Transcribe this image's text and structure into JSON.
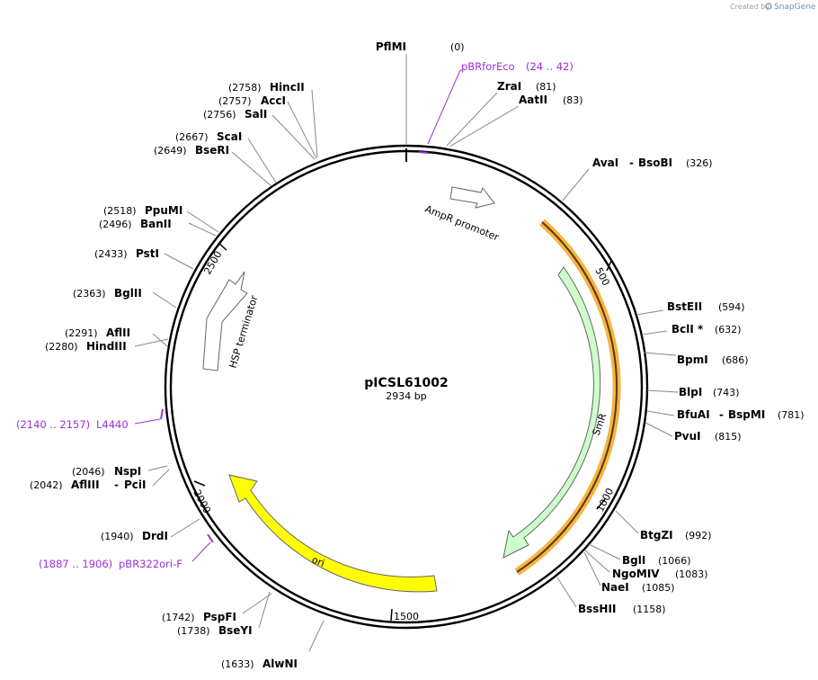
{
  "credit": {
    "prefix": "Created by",
    "brand": "SnapGene"
  },
  "map": {
    "name": "pICSL61002",
    "size": "2934 bp"
  },
  "ticks": [
    "500",
    "1000",
    "1500",
    "2000",
    "2500"
  ],
  "features": {
    "ampr_promoter": "AmpR promoter",
    "smr": "SmR",
    "ori": "ori",
    "hsp": "HSP terminator"
  },
  "primers": [
    {
      "name": "pBRforEco",
      "pos": "(24 .. 42)"
    },
    {
      "name": "L4440",
      "pos": "(2140 .. 2157)"
    },
    {
      "name": "pBR322ori-F",
      "pos": "(1887 .. 1906)"
    }
  ],
  "sites": [
    {
      "name": "PflMI",
      "pos": "(0)"
    },
    {
      "name": "ZraI",
      "pos": "(81)"
    },
    {
      "name": "AatII",
      "pos": "(83)"
    },
    {
      "name": "AvaI",
      "dash": "-",
      "name2": "BsoBI",
      "pos": "(326)"
    },
    {
      "name": "BstEII",
      "pos": "(594)"
    },
    {
      "name": "BclI *",
      "pos": "(632)"
    },
    {
      "name": "BpmI",
      "pos": "(686)"
    },
    {
      "name": "BlpI",
      "pos": "(743)"
    },
    {
      "name": "BfuAI",
      "dash": "-",
      "name2": "BspMI",
      "pos": "(781)"
    },
    {
      "name": "PvuI",
      "pos": "(815)"
    },
    {
      "name": "BtgZI",
      "pos": "(992)"
    },
    {
      "name": "BglI",
      "pos": "(1066)"
    },
    {
      "name": "NgoMIV",
      "pos": "(1083)"
    },
    {
      "name": "NaeI",
      "pos": "(1085)"
    },
    {
      "name": "BssHII",
      "pos": "(1158)"
    },
    {
      "name": "AlwNI",
      "pos": "(1633)"
    },
    {
      "name": "PspFI",
      "pos": "(1742)"
    },
    {
      "name": "BseYI",
      "pos": "(1738)"
    },
    {
      "name": "DrdI",
      "pos": "(1940)"
    },
    {
      "name": "NspI",
      "pos": "(2046)"
    },
    {
      "name": "AflIII",
      "dash": "-",
      "name2": "PciI",
      "pos": "(2042)"
    },
    {
      "name": "HindIII",
      "pos": "(2280)"
    },
    {
      "name": "AflII",
      "pos": "(2291)"
    },
    {
      "name": "BglII",
      "pos": "(2363)"
    },
    {
      "name": "PstI",
      "pos": "(2433)"
    },
    {
      "name": "BanII",
      "pos": "(2496)"
    },
    {
      "name": "PpuMI",
      "pos": "(2518)"
    },
    {
      "name": "BseRI",
      "pos": "(2649)"
    },
    {
      "name": "ScaI",
      "pos": "(2667)"
    },
    {
      "name": "SalI",
      "pos": "(2756)"
    },
    {
      "name": "AccI",
      "pos": "(2757)"
    },
    {
      "name": "HincII",
      "pos": "(2758)"
    }
  ],
  "colors": {
    "backbone": "#000000",
    "primer": "#9b30d9",
    "smr": "#ccffcc",
    "ori": "#ffff00",
    "highlight": "#f5a623"
  }
}
